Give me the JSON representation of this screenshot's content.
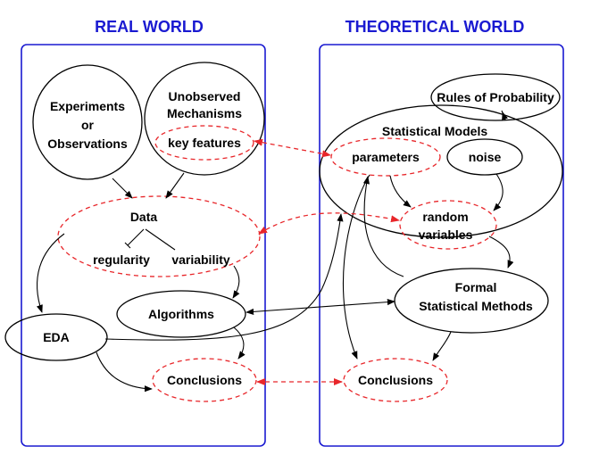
{
  "colors": {
    "panel_border": "#1a1ad1",
    "header_text": "#1a1ad1",
    "dashed_red": "#e8262a",
    "ink": "#000000"
  },
  "headers": {
    "real_world": "REAL WORLD",
    "theoretical_world": "THEORETICAL WORLD"
  },
  "real": {
    "experiments": [
      "Experiments",
      "or",
      "Observations"
    ],
    "unobserved": [
      "Unobserved",
      "Mechanisms"
    ],
    "key_features": "key features",
    "data": "Data",
    "regularity": "regularity",
    "variability": "variability",
    "algorithms": "Algorithms",
    "eda": "EDA",
    "conclusions": "Conclusions"
  },
  "theory": {
    "rules": "Rules of Probability",
    "statistical_models": "Statistical Models",
    "parameters": "parameters",
    "noise": "noise",
    "random_variables": [
      "random",
      "variables"
    ],
    "formal_methods": [
      "Formal",
      "Statistical Methods"
    ],
    "conclusions": "Conclusions"
  }
}
